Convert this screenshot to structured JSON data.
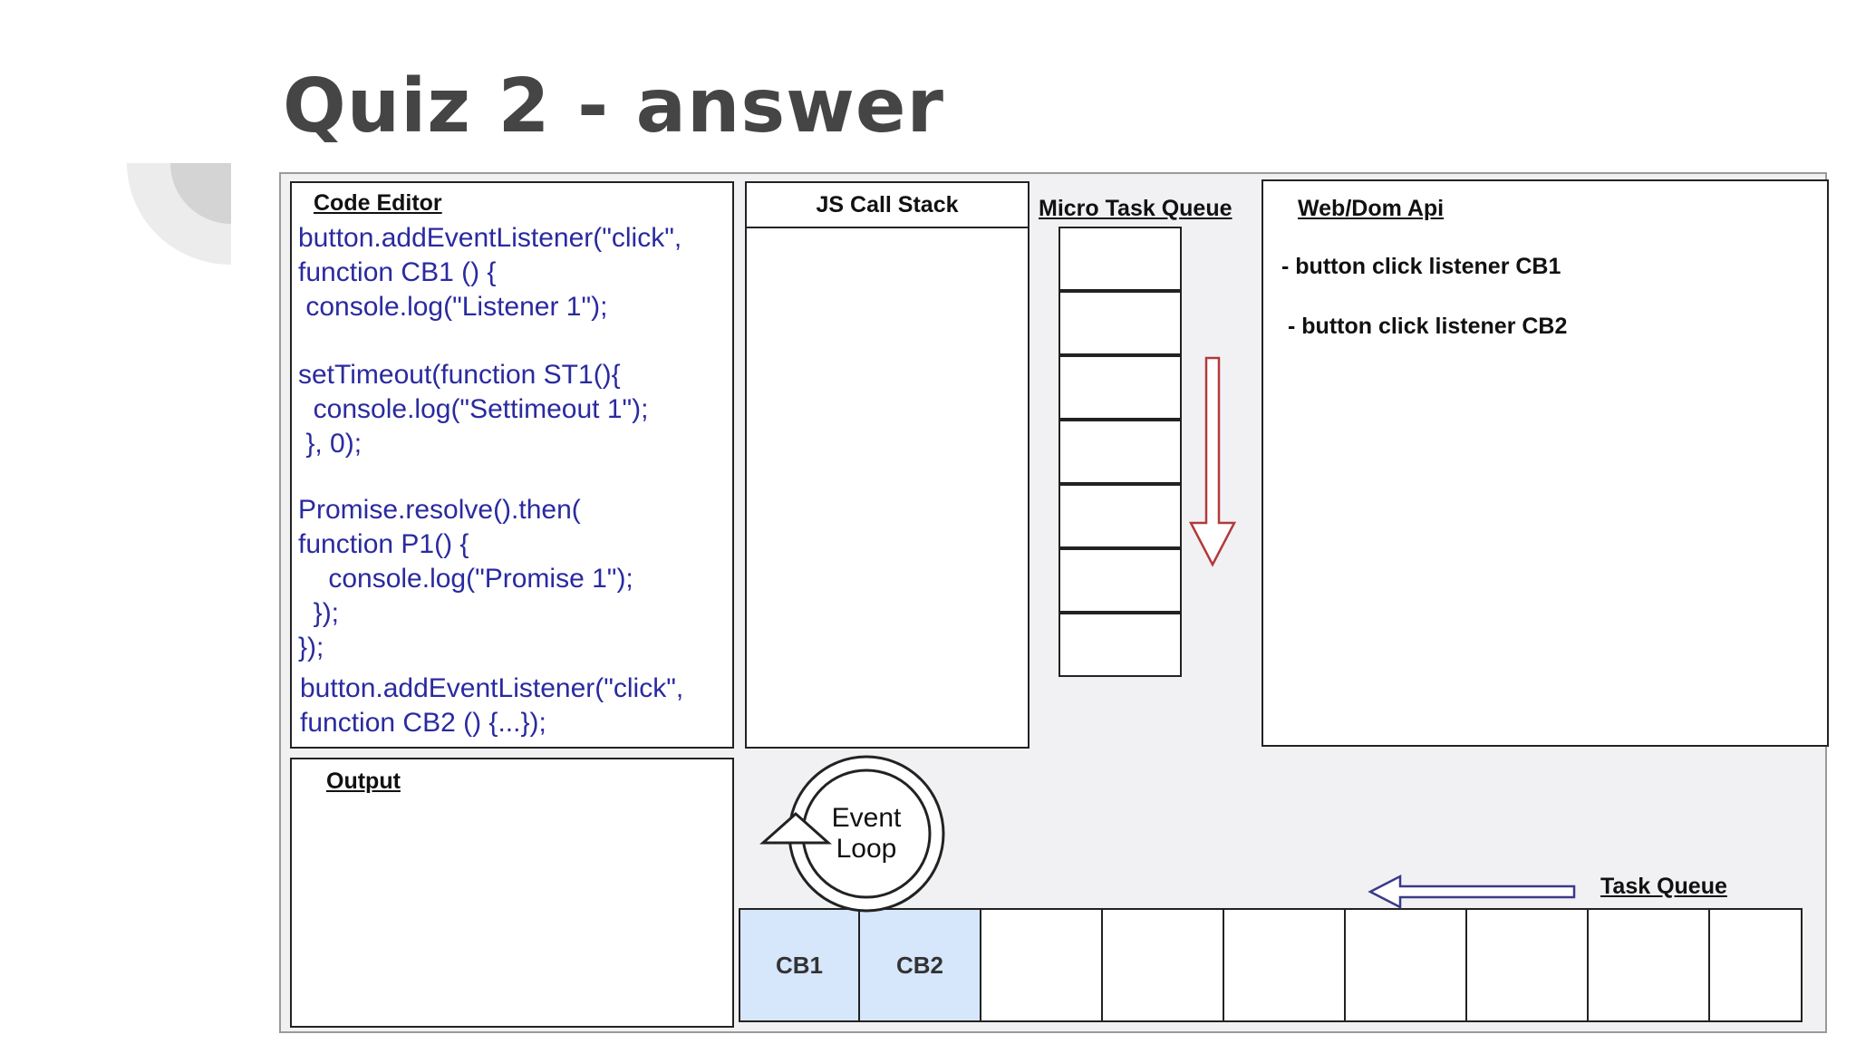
{
  "slide": {
    "title": "Quiz 2 - answer"
  },
  "code_editor": {
    "label": "Code Editor",
    "lines": [
      "button.addEventListener(\"click\",",
      "function CB1 () {",
      " console.log(\"Listener 1\");",
      "setTimeout(function ST1(){",
      "  console.log(\"Settimeout 1\");",
      " }, 0);",
      "Promise.resolve().then(",
      "function P1() {",
      "    console.log(\"Promise 1\");",
      "  });",
      "});",
      "button.addEventListener(\"click\",",
      "function CB2 () {...});"
    ]
  },
  "call_stack": {
    "label": "JS Call Stack"
  },
  "micro_task_queue": {
    "label": "Micro Task Queue",
    "slots": 7
  },
  "web_api": {
    "label": "Web/Dom Api",
    "items": [
      "- button click listener CB1",
      "- button click listener CB2"
    ]
  },
  "output": {
    "label": "Output"
  },
  "event_loop": {
    "line1": "Event",
    "line2": "Loop"
  },
  "task_queue": {
    "label": "Task Queue",
    "items": [
      "CB1",
      "CB2"
    ],
    "slots": 9
  },
  "colors": {
    "code_text": "#2a2aa0",
    "microtask_arrow": "#b23a3a",
    "taskqueue_arrow": "#3a3a8a",
    "queued_cell": "#d6e6fb",
    "title": "#454545"
  }
}
